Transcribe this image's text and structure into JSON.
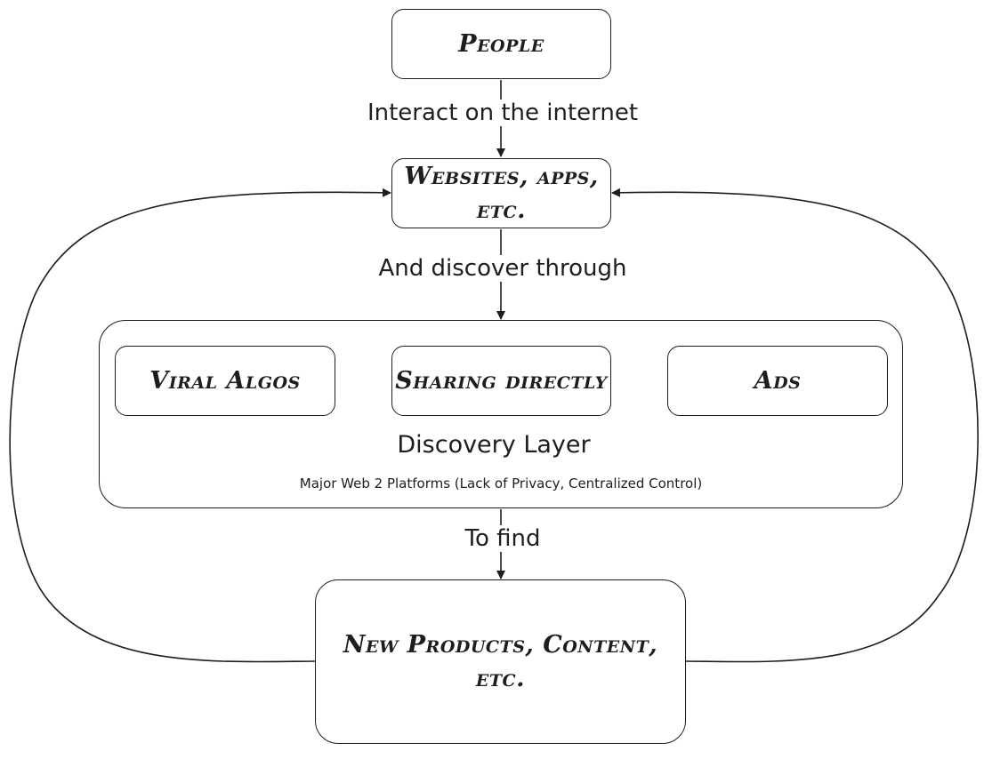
{
  "nodes": {
    "people": "People",
    "websites": "Websites, apps, etc.",
    "viral": "Viral Algos",
    "sharing": "Sharing directly",
    "ads": "Ads",
    "products": "New Products, Content, etc."
  },
  "discovery_layer": {
    "title": "Discovery Layer",
    "subtitle": "Major Web 2 Platforms (Lack of Privacy, Centralized Control)"
  },
  "edges": {
    "people_to_websites": "Interact on the internet",
    "websites_to_discovery": "And discover through",
    "discovery_to_products": "To find"
  },
  "colors": {
    "stroke": "#1e1e1e",
    "background": "#ffffff"
  }
}
